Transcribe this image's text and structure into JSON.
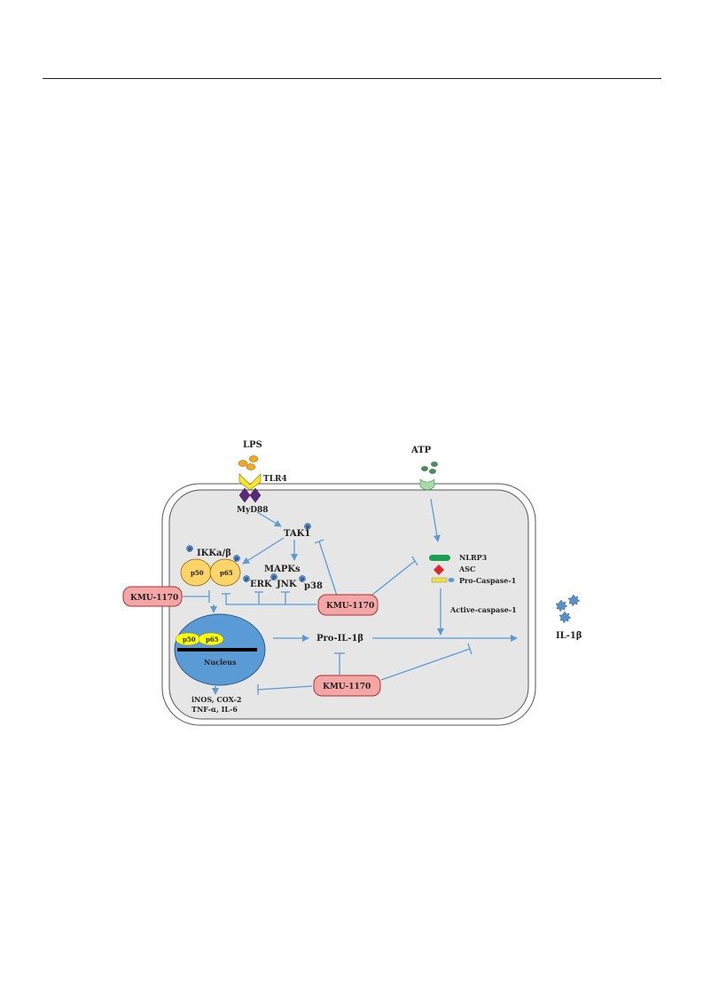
{
  "labels": {
    "lps": "LPS",
    "atp": "ATP",
    "tlr4": "TLR4",
    "myd88": "MyD88",
    "tak1": "TAK1",
    "ikk": "IKKa/β",
    "mapks": "MAPKs",
    "erk": "ERK",
    "jnk": "JNK",
    "p38": "p38",
    "p50": "p50",
    "p65": "p65",
    "nucleus": "Nucleus",
    "pro_il1b": "Pro-IL-1β",
    "nlrp3": "NLRP3",
    "asc": "ASC",
    "pro_caspase1": "Pro-Caspase-1",
    "active_caspase1": "Active-caspase-1",
    "il1b": "IL-1β",
    "genes_line1": "iNOS, COX-2",
    "genes_line2": "TNF-α, IL-6",
    "phospho": "p"
  },
  "inhibitor": {
    "label": "KMU-1170",
    "fill": "#f4a5a5",
    "stroke": "#a83232"
  },
  "colors": {
    "arrow": "#5b9bd5",
    "cytoplasm": "#e6e6e6",
    "nucleus": "#5a9bd6",
    "nfkb_yellow": "#ffff00",
    "ikk_orange": "#fdd46a",
    "lps_orange": "#f5a623",
    "atp_green": "#4e8a5a",
    "tlr4_yellow": "#f7e62e",
    "myd88_purple": "#5a2a7a",
    "nlrp3_green": "#1aa052",
    "asc_red": "#e0262a",
    "caspase_yellow": "#f0e040",
    "il1b_blue": "#5b8fc9"
  }
}
